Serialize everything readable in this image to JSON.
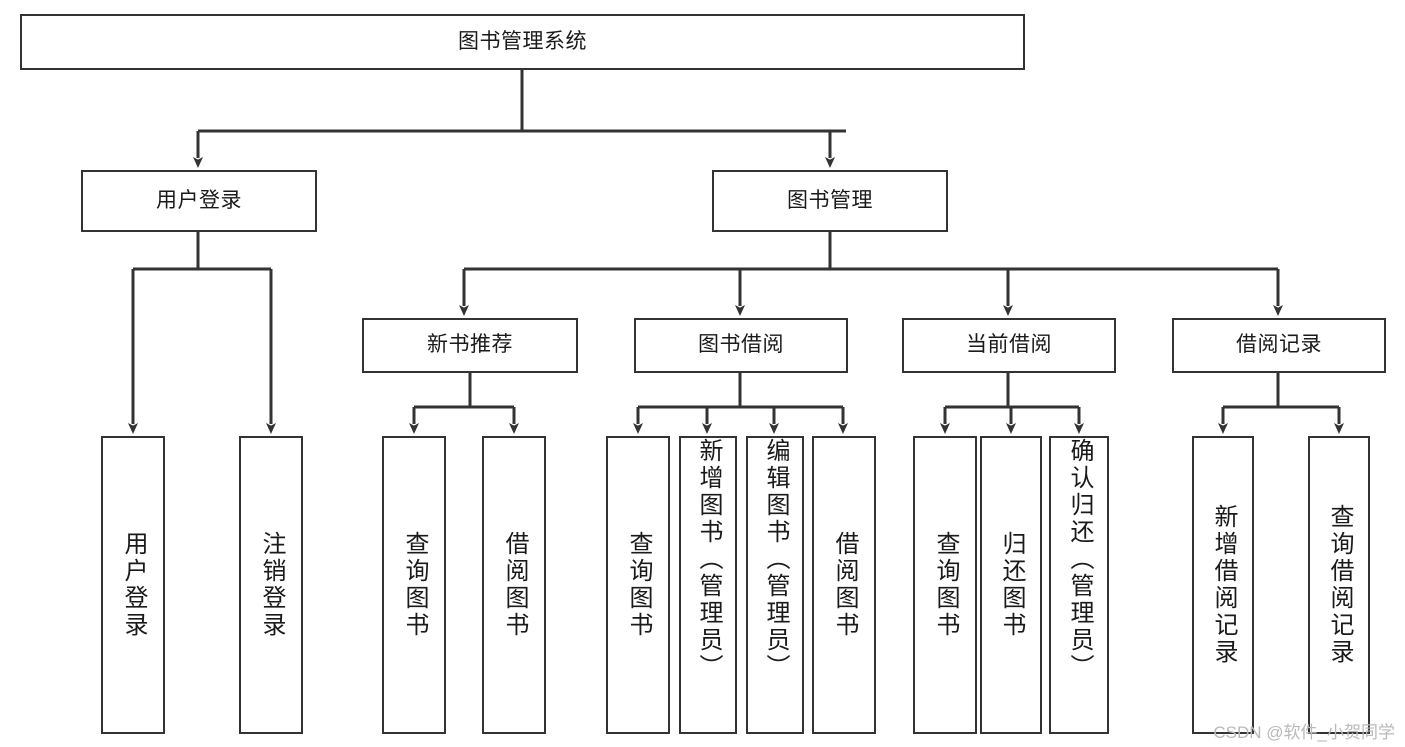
{
  "diagram": {
    "title": "图书管理系统",
    "type": "tree",
    "root": {
      "id": "root",
      "label": "图书管理系统",
      "orientation": "horizontal"
    },
    "level2": [
      {
        "id": "user-login",
        "label": "用户登录",
        "orientation": "horizontal"
      },
      {
        "id": "book-manage",
        "label": "图书管理",
        "orientation": "horizontal"
      }
    ],
    "level3": [
      {
        "id": "new-book-recommend",
        "label": "新书推荐",
        "orientation": "horizontal",
        "parent": "book-manage"
      },
      {
        "id": "book-borrow",
        "label": "图书借阅",
        "orientation": "horizontal",
        "parent": "book-manage"
      },
      {
        "id": "current-borrow",
        "label": "当前借阅",
        "orientation": "horizontal",
        "parent": "book-manage"
      },
      {
        "id": "borrow-record",
        "label": "借阅记录",
        "orientation": "horizontal",
        "parent": "book-manage"
      }
    ],
    "leaves": [
      {
        "id": "leaf-user-login",
        "label": "用户登录",
        "orientation": "vertical",
        "parent": "user-login"
      },
      {
        "id": "leaf-logout-login",
        "label": "注销登录",
        "orientation": "vertical",
        "parent": "user-login"
      },
      {
        "id": "leaf-query-book-1",
        "label": "查询图书",
        "orientation": "vertical",
        "parent": "new-book-recommend"
      },
      {
        "id": "leaf-borrow-book-1",
        "label": "借阅图书",
        "orientation": "vertical",
        "parent": "new-book-recommend"
      },
      {
        "id": "leaf-query-book-2",
        "label": "查询图书",
        "orientation": "vertical",
        "parent": "book-borrow"
      },
      {
        "id": "leaf-add-book-admin",
        "label": "新增图书（管理员）",
        "orientation": "vertical",
        "parent": "book-borrow"
      },
      {
        "id": "leaf-edit-book-admin",
        "label": "编辑图书（管理员）",
        "orientation": "vertical",
        "parent": "book-borrow"
      },
      {
        "id": "leaf-borrow-book-2",
        "label": "借阅图书",
        "orientation": "vertical",
        "parent": "book-borrow"
      },
      {
        "id": "leaf-query-book-3",
        "label": "查询图书",
        "orientation": "vertical",
        "parent": "current-borrow"
      },
      {
        "id": "leaf-return-book",
        "label": "归还图书",
        "orientation": "vertical",
        "parent": "current-borrow"
      },
      {
        "id": "leaf-confirm-return-admin",
        "label": "确认归还（管理员）",
        "orientation": "vertical",
        "parent": "current-borrow"
      },
      {
        "id": "leaf-add-borrow-record",
        "label": "新增借阅记录",
        "orientation": "vertical",
        "parent": "borrow-record"
      },
      {
        "id": "leaf-query-borrow-record",
        "label": "查询借阅记录",
        "orientation": "vertical",
        "parent": "borrow-record"
      }
    ],
    "colors": {
      "stroke": "#333333",
      "box_fill": "#ffffff",
      "text": "#1a1a1a",
      "watermark": "#b9b9b9",
      "background": "#ffffff"
    }
  },
  "watermark": {
    "text": "CSDN @软件_小贺同学"
  }
}
